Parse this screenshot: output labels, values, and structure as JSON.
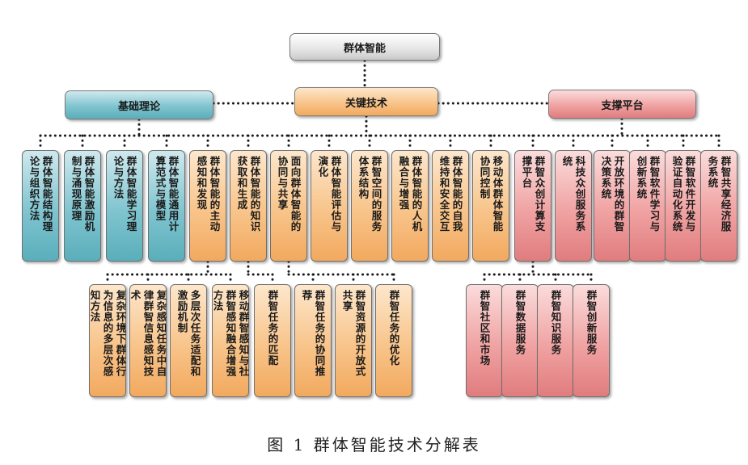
{
  "root": "群体智能",
  "branches": [
    {
      "label": "基础理论",
      "color": "teal",
      "children": [
        {
          "label": "群体智能结构理论与组织方法"
        },
        {
          "label": "群体智能激励机制与涌现原理"
        },
        {
          "label": "群体智能学习理论与方法"
        },
        {
          "label": "群体智能通用计算范式与模型"
        }
      ]
    },
    {
      "label": "关键技术",
      "color": "orange",
      "children": [
        {
          "label": "群体智能的主动感知和发现",
          "children": [
            "复杂环境下群体行为信息的多层次感知方法",
            "复杂感知任务中自律群智信息感知技术",
            "多层次任务适配和激励机制",
            "移动群智感知与社群智感知融合增强方法"
          ]
        },
        {
          "label": "群体智能的知识获取和生成",
          "children": [
            "群智任务的匹配"
          ]
        },
        {
          "label": "面向群体智能的协同与共享",
          "children": [
            "群智任务的协同推荐",
            "群智资源的开放式共享",
            "群智任务的优化"
          ]
        },
        {
          "label": "群体智能评估与演化"
        },
        {
          "label": "群智空间的服务体系结构"
        },
        {
          "label": "群体智能的人机融合与增强"
        },
        {
          "label": "群体智能的自我维持和安全交互"
        },
        {
          "label": "移动体群体智能协同控制"
        }
      ]
    },
    {
      "label": "支撑平台",
      "color": "pink",
      "children": [
        {
          "label": "群智众创计算支撑平台",
          "children": [
            "群智社区和市场",
            "群智数据服务",
            "群智知识服务",
            "群智创新服务"
          ]
        },
        {
          "label": "科技众创服务系统"
        },
        {
          "label": "开放环境的群智决策系统"
        },
        {
          "label": "群智软件学习与创新系统"
        },
        {
          "label": "群智软件开发与验证自动化系统"
        },
        {
          "label": "群智共享经济服务系统"
        }
      ]
    }
  ],
  "caption": "图 1   群体智能技术分解表"
}
